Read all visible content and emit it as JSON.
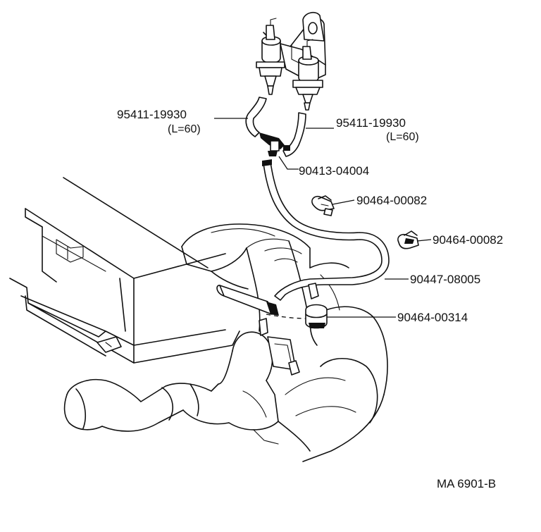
{
  "labels": {
    "hose_left_part": "95411-19930",
    "hose_left_length": "(L=60)",
    "hose_right_part": "95411-19930",
    "hose_right_length": "(L=60)",
    "three_way_union": "90413-04004",
    "clip_upper": "90464-00082",
    "clip_middle": "90464-00082",
    "vacuum_hose": "90447-08005",
    "hose_clamp": "90464-00314"
  },
  "diagram_code": "MA 6901-B"
}
